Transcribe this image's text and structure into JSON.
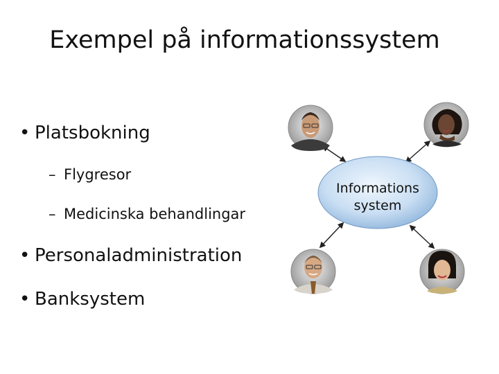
{
  "title": "Exempel på informationssystem",
  "bullets": [
    {
      "text": "Platsbokning",
      "sub": [
        "Flygresor",
        "Medicinska behandlingar"
      ]
    },
    {
      "text": "Personaladministration",
      "sub": []
    },
    {
      "text": "Banksystem",
      "sub": []
    }
  ],
  "markers": {
    "bullet": "•",
    "dash": "–"
  },
  "diagram": {
    "center_label_line1": "Informations",
    "center_label_line2": "system",
    "people": [
      {
        "name": "man-glasses-portrait"
      },
      {
        "name": "woman-hand-chin-portrait"
      },
      {
        "name": "man-tie-portrait"
      },
      {
        "name": "woman-smiling-portrait"
      }
    ],
    "colors": {
      "ellipse_light": "#e6f1fb",
      "ellipse_dark": "#8fb5dc",
      "arrow": "#222222"
    }
  }
}
